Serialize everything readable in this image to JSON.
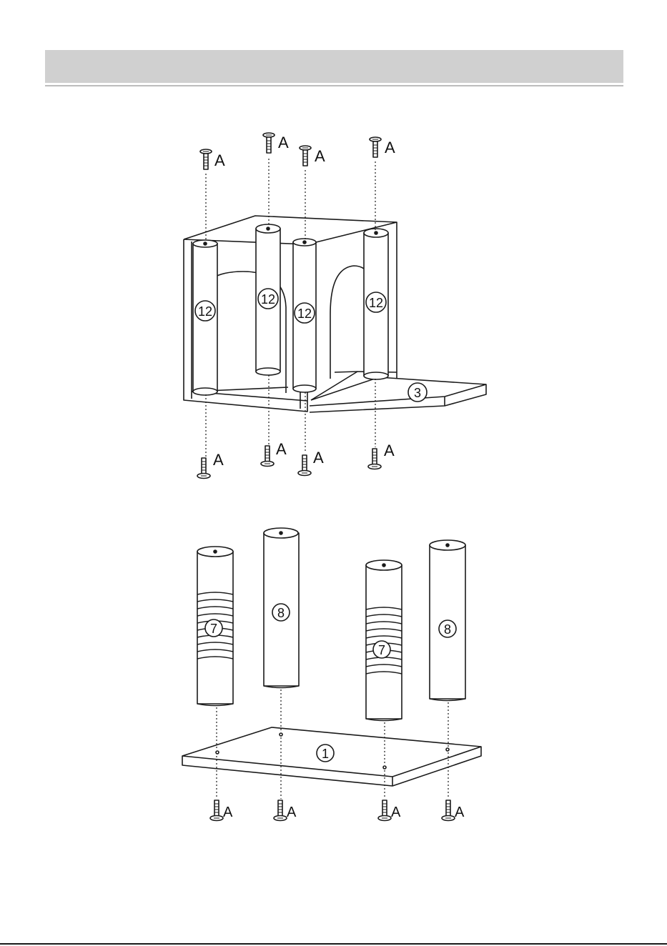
{
  "header": {
    "title": ""
  },
  "colors": {
    "line": "#1a1a1a",
    "header": "#d0d0d0"
  },
  "labels": {
    "screw": "A",
    "pipe_long": "12",
    "shelf": "3",
    "post_threaded": "7",
    "post_plain": "8",
    "base_board": "1"
  }
}
